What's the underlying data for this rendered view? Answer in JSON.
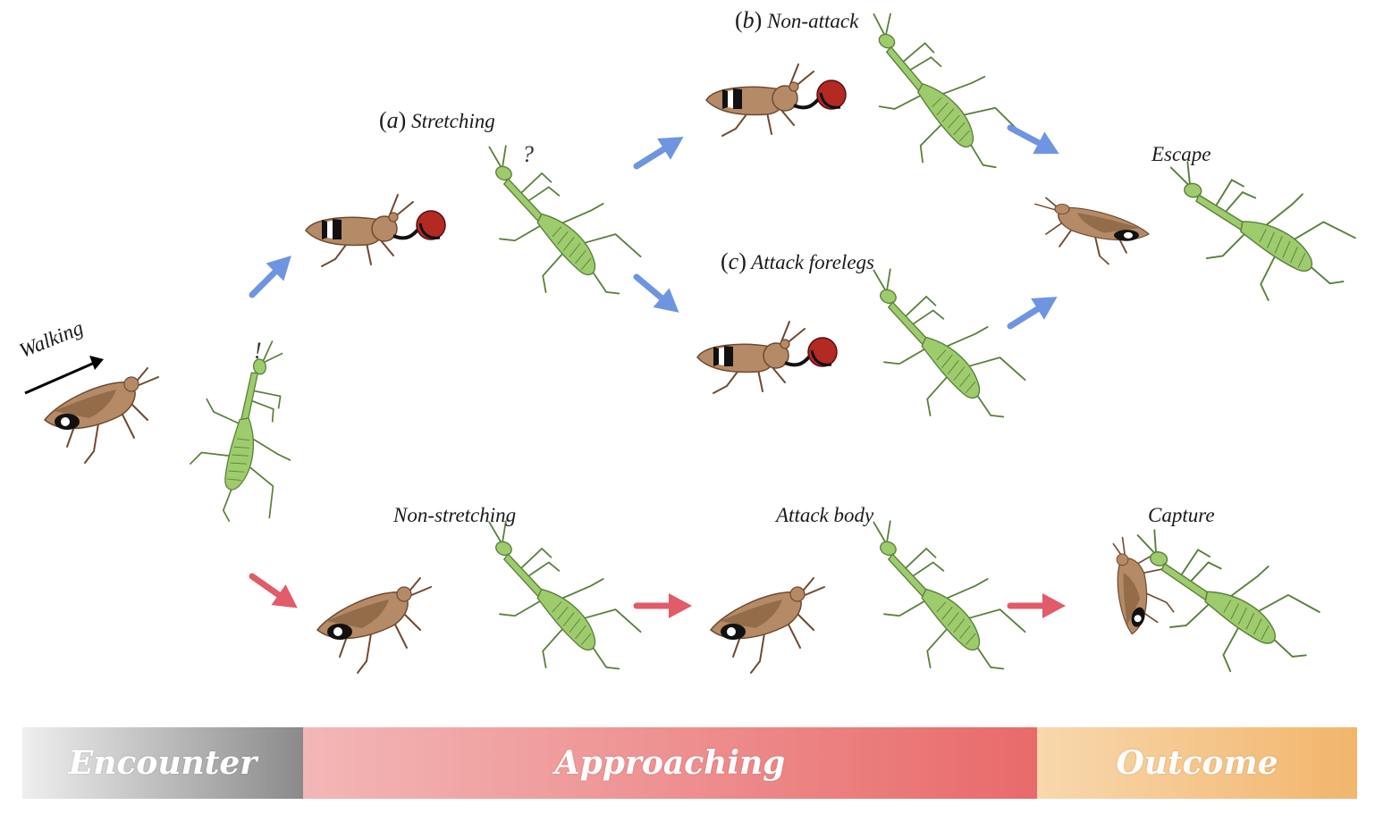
{
  "labels": {
    "walking": "Walking",
    "exclaim": "!",
    "question": "?",
    "stretching": {
      "letter": "a",
      "text": "Stretching"
    },
    "non_attack": {
      "letter": "b",
      "text": "Non-attack"
    },
    "attack_forelegs": {
      "letter": "c",
      "text": "Attack forelegs"
    },
    "escape": "Escape",
    "non_stretching": "Non-stretching",
    "attack_body": "Attack body",
    "capture": "Capture"
  },
  "phases": {
    "encounter": "Encounter",
    "approaching": "Approaching",
    "outcome": "Outcome"
  },
  "colors": {
    "mantis_green": "#9ecb6c",
    "mantis_outline": "#5a7f3c",
    "bug_brown": "#b58a66",
    "bug_dark": "#6e4a30",
    "bug_red": "#b22a22",
    "arrow_blue": "#6f95e0",
    "arrow_red": "#e15b68"
  },
  "icons": [
    "mantis-icon",
    "bug-icon",
    "arrow-icon"
  ]
}
